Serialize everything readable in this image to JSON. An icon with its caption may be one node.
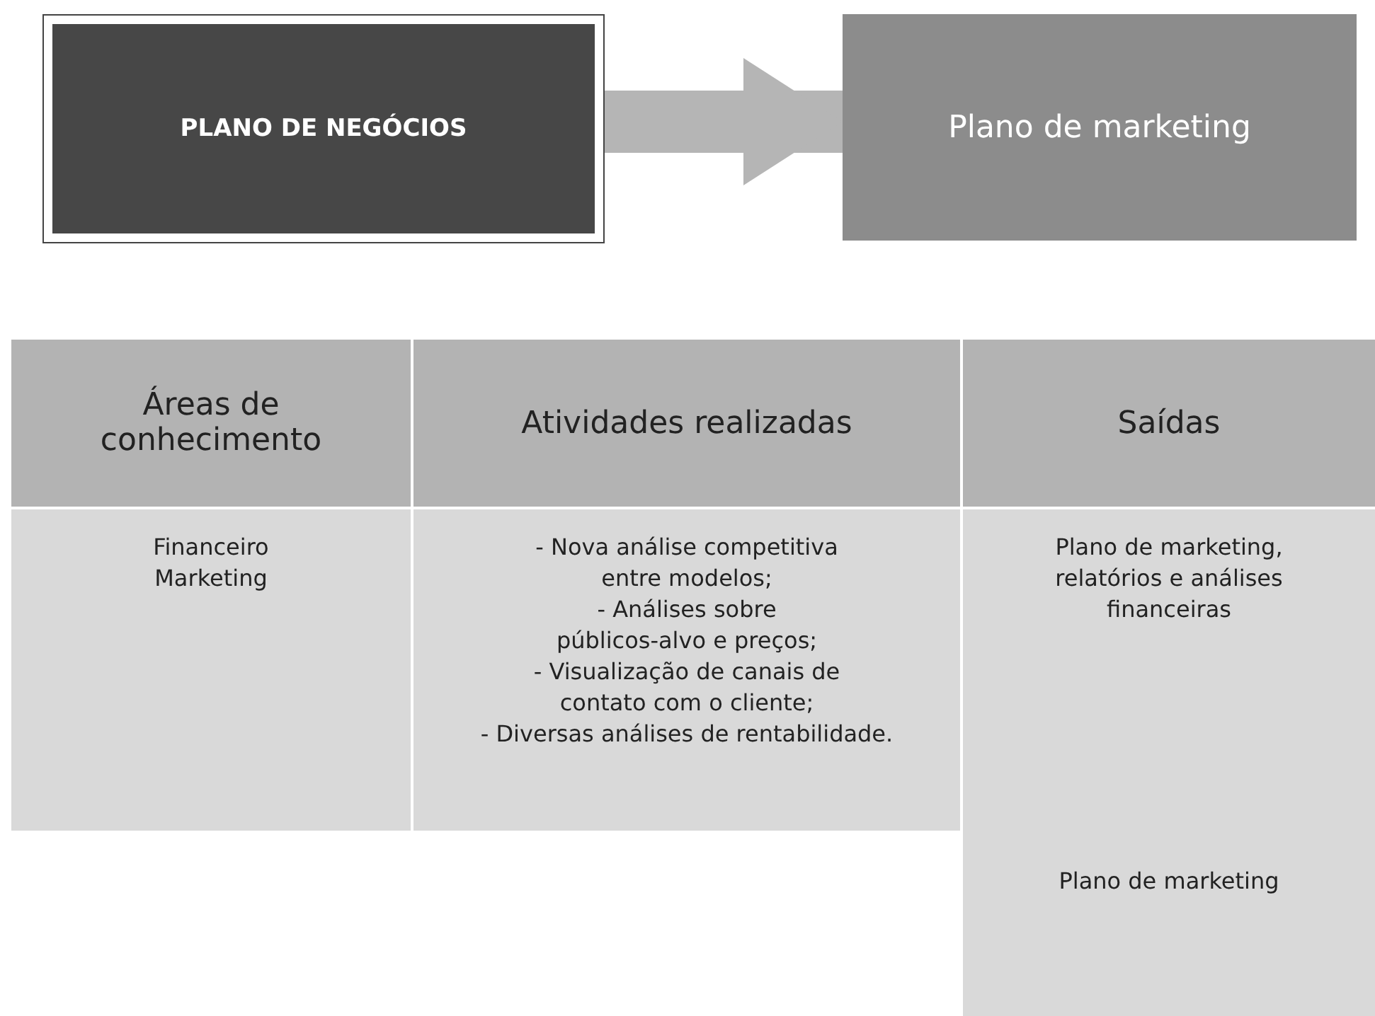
{
  "diagram": {
    "nodes": [
      {
        "text": [
          "PLANO DE NEGÓCIOS"
        ]
      },
      {
        "text": [
          "Plano de marketing"
        ]
      }
    ],
    "edges": [
      {
        "from": 0,
        "to": 1,
        "arrow": "to"
      }
    ],
    "labels": [
      "Áreas de conhecimento",
      "Atividades realizadas",
      "Saídas",
      "Financeiro Marketing",
      "- Nova análise competitiva entre modelos;",
      "- Análises sobre públicos-alvo e preços;",
      "- Visualização de canais de contato com o cliente;",
      "- Diversas análises de rentabilidade.",
      "Plano de marketing, relatórios e análises financeiras",
      "Plano de marketing"
    ]
  }
}
